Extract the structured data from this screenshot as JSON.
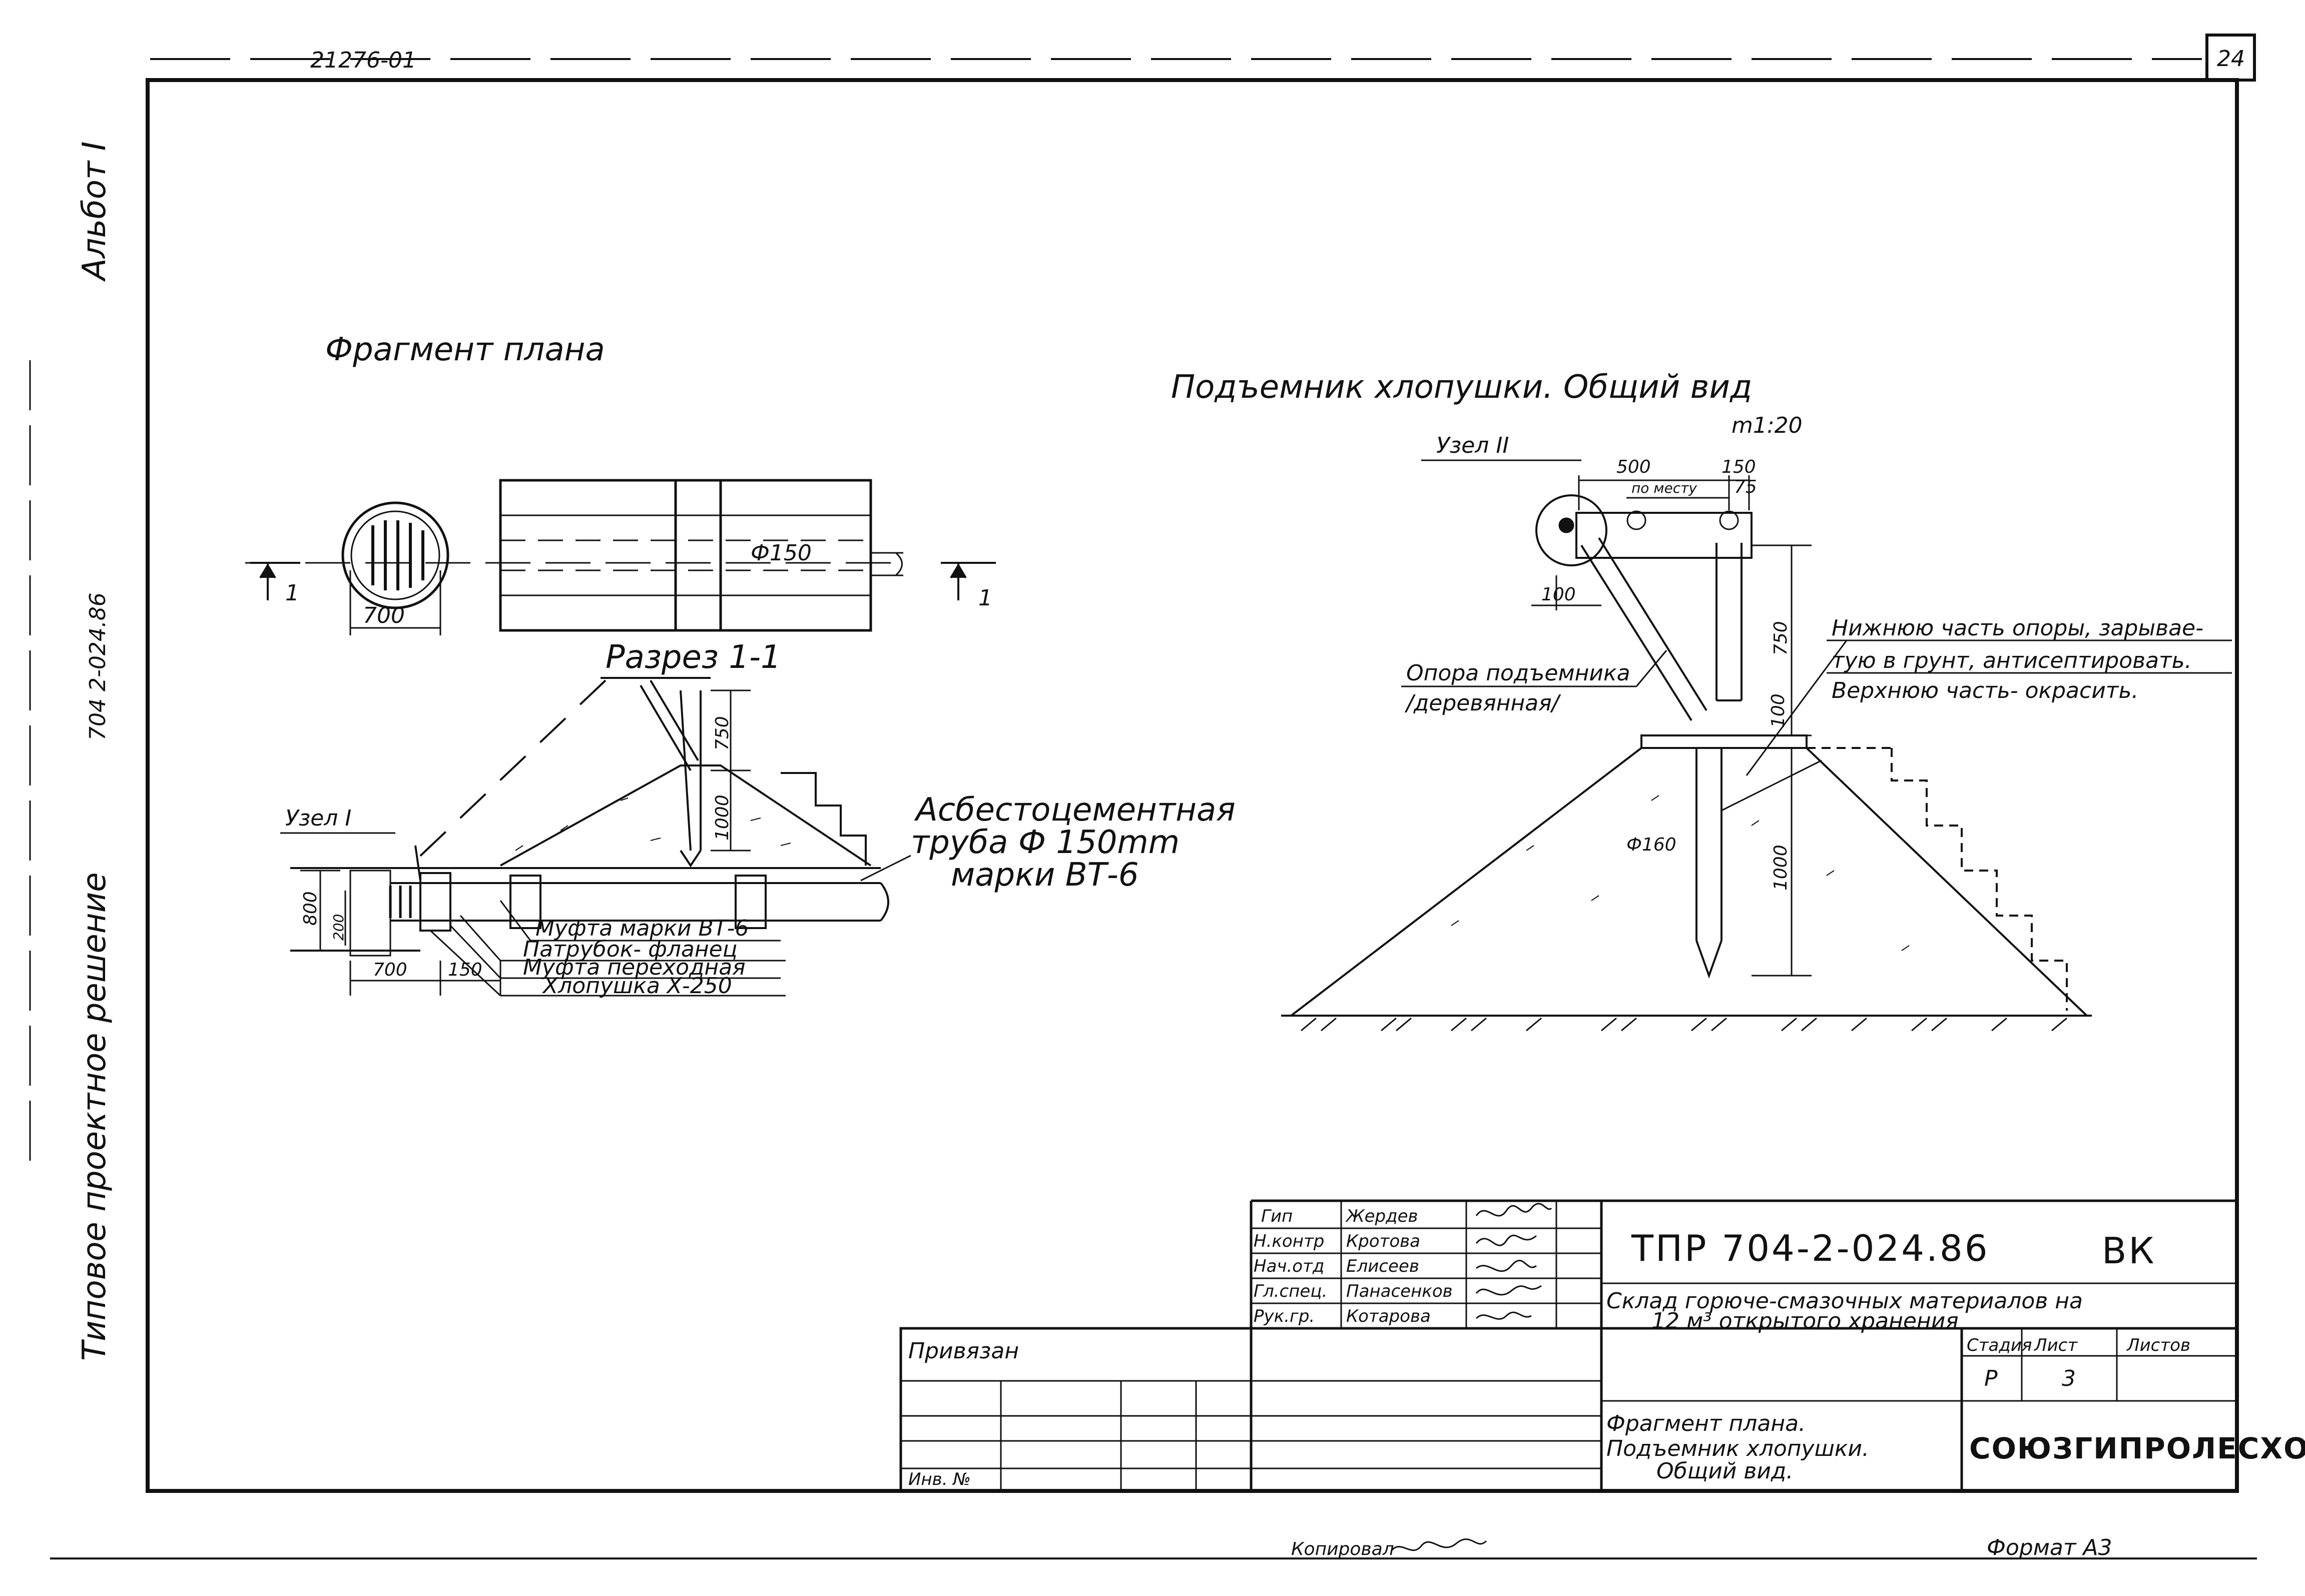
{
  "sheet": {
    "code": "21276-01",
    "page": "24",
    "album": "Альбот I",
    "series": "704 2-024.86",
    "type_label": "Типовое проектное решение",
    "copied_by": "Копировал",
    "format": "Формат А3"
  },
  "plan_fragment": {
    "title": "Фрагмент плана",
    "section_mark": "1",
    "pipe_label": "Ф150",
    "dim_700": "700"
  },
  "section_1_1": {
    "title": "Разрез 1-1",
    "node_label": "Узел I",
    "dim_750": "750",
    "dim_1000": "1000",
    "dim_800": "800",
    "dim_200": "200",
    "dim_700": "700",
    "dim_150": "150",
    "pipe_note": [
      "Асбестоцементная",
      "труба Ф 150mm",
      "марки ВТ-6"
    ],
    "callouts": [
      "Муфта марки ВТ-6",
      "Патрубок- фланец",
      "Муфта переходная",
      "Хлопушка Х-250"
    ]
  },
  "lifter_view": {
    "title": "Подъемник хлопушки. Общий вид",
    "scale": "m1:20",
    "node_label": "Узел II",
    "dim_500": "500",
    "dim_150": "150",
    "dim_75": "75",
    "by_site": "по месту",
    "dim_100_left": "100",
    "dim_750": "750",
    "dim_100": "100",
    "dim_1000": "1000",
    "dia_160": "Ф160",
    "support_note": [
      "Опора подъемника",
      "/деревянная/"
    ],
    "ground_note": [
      "Нижнюю часть опоры, зарывае-",
      "тую в грунт, антисептировать.",
      "Верхнюю часть- окрасить."
    ]
  },
  "title_block": {
    "roles": [
      "Гип",
      "Н.контр",
      "Нач.отд",
      "Гл.спец.",
      "Рук.гр."
    ],
    "names": [
      "Жердев",
      "Кротова",
      "Елисеев",
      "Панасенков",
      "Котарова"
    ],
    "tied_label": "Привязан",
    "inv_label": "Инв. №",
    "project_code": "ТПР 704-2-024.86",
    "mark": "ВК",
    "project_name": [
      "Склад горюче-смазочных материалов на",
      "12 м³ открытого хранения"
    ],
    "stage_label": "Стадия",
    "sheet_label": "Лист",
    "sheets_label": "Листов",
    "stage_value": "Р",
    "sheet_value": "3",
    "drawing_name": [
      "Фрагмент плана.",
      "Подъемник хлопушки.",
      "Общий вид."
    ],
    "organization": "СОЮЗГИПРОЛЕСХОЗ"
  }
}
